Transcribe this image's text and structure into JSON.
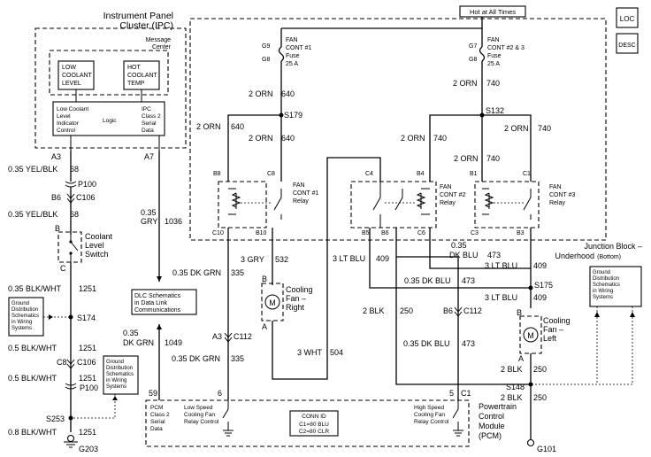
{
  "ipc": {
    "title1": "Instrument Panel",
    "title2": "Cluster (IPC)",
    "msg1": "Message",
    "msg2": "Center",
    "low1": "LOW",
    "low2": "COOLANT",
    "low3": "LEVEL",
    "hot1": "HOT",
    "hot2": "COOLANT",
    "hot3": "TEMP",
    "lcl1": "Low Coolant",
    "lcl2": "Level",
    "lcl3": "Indicator",
    "lcl4": "Control",
    "logic": "Logic",
    "ser1": "IPC",
    "ser2": "Class 2",
    "ser3": "Serial",
    "ser4": "Data",
    "pin_a3": "A3",
    "pin_a7": "A7"
  },
  "top": {
    "hot": "Hot at All Times",
    "loc": "LOC",
    "desc": "DESC"
  },
  "fuses": {
    "f1_g9": "G9",
    "f1_g8": "G8",
    "f1_l1": "FAN",
    "f1_l2": "CONT #1",
    "f1_l3": "Fuse",
    "f1_l4": "25 A",
    "f2_g7": "G7",
    "f2_g8": "G8",
    "f2_l1": "FAN",
    "f2_l2": "CONT #2 & 3",
    "f2_l3": "Fuse",
    "f2_l4": "25 A"
  },
  "wires": {
    "orn640a": "2 ORN",
    "orn640a_n": "640",
    "s179": "S179",
    "orn640b": "2 ORN",
    "orn640b_n": "640",
    "orn640c": "2 ORN",
    "orn640c_n": "640",
    "orn740a": "2 ORN",
    "orn740a_n": "740",
    "s132": "S132",
    "orn740b": "2 ORN",
    "orn740b_n": "740",
    "orn740c": "2 ORN",
    "orn740c_n": "740",
    "orn740d": "2 ORN",
    "orn740d_n": "740",
    "yel68a": "0.35 YEL/BLK",
    "yel68a_n": "68",
    "p100a": "P100",
    "b6": "B6",
    "c106a": "C106",
    "yel68b": "0.35 YEL/BLK",
    "yel68b_n": "68",
    "gry1": "0.35",
    "gry2": "GRY",
    "gry_n": "1036",
    "dkgrn335a": "0.35 DK GRN",
    "dkgrn335a_n": "335",
    "gry532": "3 GRY",
    "gry532_n": "532",
    "ltblu409a": "3 LT BLU",
    "ltblu409a_n": "409",
    "dkblu473a1": "0.35",
    "dkblu473a2": "DK BLU",
    "dkblu473a_n": "473",
    "ltblu409b": "3 LT BLU",
    "ltblu409b_n": "409",
    "dkblu473b": "0.35 DK BLU",
    "dkblu473b_n": "473",
    "s175": "S175",
    "ltblu409c": "3 LT BLU",
    "ltblu409c_n": "409",
    "blk1251a": "0.35 BLK/WHT",
    "blk1251a_n": "1251",
    "s174": "S174",
    "blk1251b": "0.5 BLK/WHT",
    "blk1251b_n": "1251",
    "c8": "C8",
    "c106b": "C106",
    "blk1251c": "0.5 BLK/WHT",
    "blk1251c_n": "1251",
    "p100b": "P100",
    "s253": "S253",
    "blk1251d": "0.8 BLK/WHT",
    "blk1251d_n": "1251",
    "g203": "G203",
    "dkgrn1049a": "0.35",
    "dkgrn1049b": "DK GRN",
    "dkgrn1049_n": "1049",
    "a3c112": "A3",
    "c112a": "C112",
    "dkgrn335b": "0.35 DK GRN",
    "dkgrn335b_n": "335",
    "wht504": "3 WHT",
    "wht504_n": "504",
    "blk250a": "2 BLK",
    "blk250a_n": "250",
    "b6c112": "B6",
    "c112b": "C112",
    "dkblu473c": "0.35 DK BLU",
    "dkblu473c_n": "473",
    "blk250b": "2 BLK",
    "blk250b_n": "250",
    "s148": "S148",
    "blk250c": "2 BLK",
    "blk250c_n": "250",
    "g101": "G101"
  },
  "relays": {
    "r1_l1": "FAN",
    "r1_l2": "CONT #1",
    "r1_l3": "Relay",
    "r1_b8": "B8",
    "r1_c8": "C8",
    "r1_c10": "C10",
    "r1_b10": "B10",
    "r2_l1": "FAN",
    "r2_l2": "CONT #2",
    "r2_l3": "Relay",
    "r2_c4": "C4",
    "r2_b4": "B4",
    "r2_b5": "B5",
    "r2_b6": "B6",
    "r2_c6": "C6",
    "r3_l1": "FAN",
    "r3_l2": "CONT #3",
    "r3_l3": "Relay",
    "r3_b1": "B1",
    "r3_c1": "C1",
    "r3_c3": "C3",
    "r3_b3": "B3",
    "jb1": "Junction Block –",
    "jb2": "Underhood",
    "jb3": "(Bottom)"
  },
  "fans": {
    "right_b": "B",
    "right_a": "A",
    "right1": "Cooling",
    "right2": "Fan –",
    "right3": "Right",
    "left_b": "B",
    "left_a": "A",
    "left1": "Cooling",
    "left2": "Fan –",
    "left3": "Left",
    "m": "M"
  },
  "switch": {
    "b": "B",
    "c": "C",
    "l1": "Coolant",
    "l2": "Level",
    "l3": "Switch"
  },
  "refs": {
    "dlc1": "DLC Schematics",
    "dlc2": "in Data Link",
    "dlc3": "Communications",
    "gd1_1": "Ground",
    "gd1_2": "Distribution",
    "gd1_3": "Schematics",
    "gd1_4": "in Wiring",
    "gd1_5": "Systems",
    "gd2_1": "Ground",
    "gd2_2": "Distribution",
    "gd2_3": "Schematics",
    "gd2_4": "in Wiring",
    "gd2_5": "Systems",
    "gd3_1": "Ground",
    "gd3_2": "Distribution",
    "gd3_3": "Schematics",
    "gd3_4": "in Wiring",
    "gd3_5": "Systems"
  },
  "pcm": {
    "pin59": "59",
    "pin6": "6",
    "pin5": "5",
    "c1": "C1",
    "ser1": "PCM",
    "ser2": "Class 2",
    "ser3": "Serial",
    "ser4": "Data",
    "low1": "Low Speed",
    "low2": "Cooling Fan",
    "low3": "Relay Control",
    "conn": "CONN ID",
    "c1id": "C1=80 BLU",
    "c2id": "C2=80 CLR",
    "high1": "High Speed",
    "high2": "Cooling Fan",
    "high3": "Relay Control",
    "t1": "Powertrain",
    "t2": "Control",
    "t3": "Module",
    "t4": "(PCM)"
  }
}
